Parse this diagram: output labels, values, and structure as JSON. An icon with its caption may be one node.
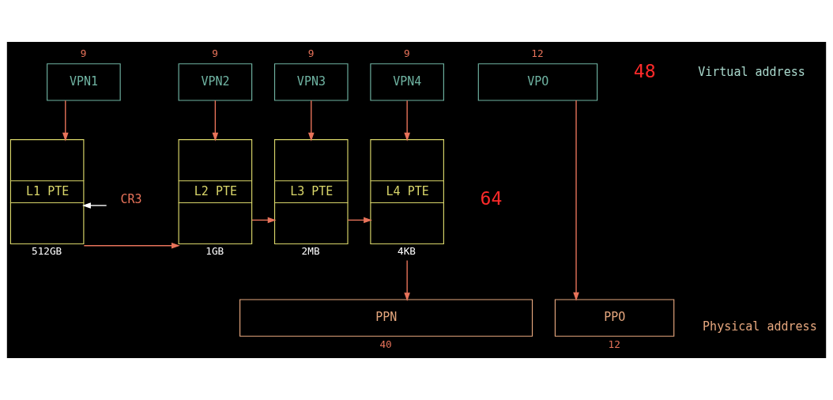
{
  "diagram": {
    "nodes": [
      {
        "text": [
          "VPN1"
        ],
        "beside": [
          "9"
        ]
      },
      {
        "text": [
          "VPN2"
        ],
        "beside": [
          "9"
        ]
      },
      {
        "text": [
          "VPN3"
        ],
        "beside": [
          "9"
        ]
      },
      {
        "text": [
          "VPN4"
        ],
        "beside": [
          "9"
        ]
      },
      {
        "text": [
          "VPO"
        ],
        "beside": [
          "12"
        ]
      },
      {
        "text": [
          "CR3"
        ]
      },
      {
        "text": [
          "L1 PTE"
        ],
        "beside": [
          "512GB"
        ]
      },
      {
        "text": [
          "L2 PTE"
        ],
        "beside": [
          "1GB"
        ]
      },
      {
        "text": [
          "L3 PTE"
        ],
        "beside": [
          "2MB"
        ]
      },
      {
        "text": [
          "L4 PTE"
        ],
        "beside": [
          "4KB"
        ]
      },
      {
        "text": [
          "PPN"
        ],
        "beside": [
          "40"
        ]
      },
      {
        "text": [
          "PPO"
        ],
        "beside": [
          "12"
        ]
      }
    ],
    "edges": [
      {
        "from": 5,
        "to": 6,
        "arrow": "to",
        "color": "#ffffff"
      },
      {
        "from": 0,
        "to": 6,
        "arrow": "to"
      },
      {
        "from": 6,
        "to": 7,
        "arrow": "to"
      },
      {
        "from": 1,
        "to": 7,
        "arrow": "to"
      },
      {
        "from": 7,
        "to": 8,
        "arrow": "to"
      },
      {
        "from": 2,
        "to": 8,
        "arrow": "to"
      },
      {
        "from": 8,
        "to": 9,
        "arrow": "to"
      },
      {
        "from": 3,
        "to": 9,
        "arrow": "to"
      },
      {
        "from": 9,
        "to": 10,
        "arrow": "to"
      },
      {
        "from": 4,
        "to": 11,
        "arrow": "to"
      }
    ],
    "labels": [
      "48",
      "Virtual address",
      "64",
      "Physical address"
    ]
  }
}
